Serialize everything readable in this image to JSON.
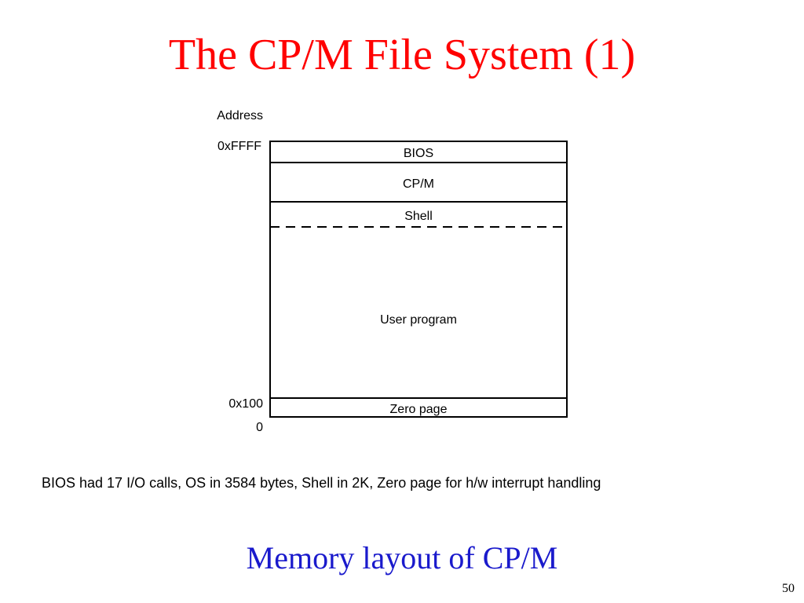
{
  "slide": {
    "title": "The CP/M File System (1)",
    "note": "BIOS had 17 I/O calls, OS in 3584 bytes, Shell in 2K, Zero page for h/w interrupt handling",
    "subtitle": "Memory layout of CP/M",
    "page_number": "50"
  },
  "diagram": {
    "axis_heading": "Address",
    "address_labels": {
      "top": "0xFFFF",
      "zero_page_start": "0x100",
      "bottom": "0"
    },
    "segments": [
      {
        "label": "BIOS"
      },
      {
        "label": "CP/M"
      },
      {
        "label": "Shell"
      },
      {
        "label": "User program"
      },
      {
        "label": "Zero page"
      }
    ]
  },
  "colors": {
    "title": "#ff0000",
    "subtitle": "#1a1acc",
    "lines": "#000000"
  }
}
